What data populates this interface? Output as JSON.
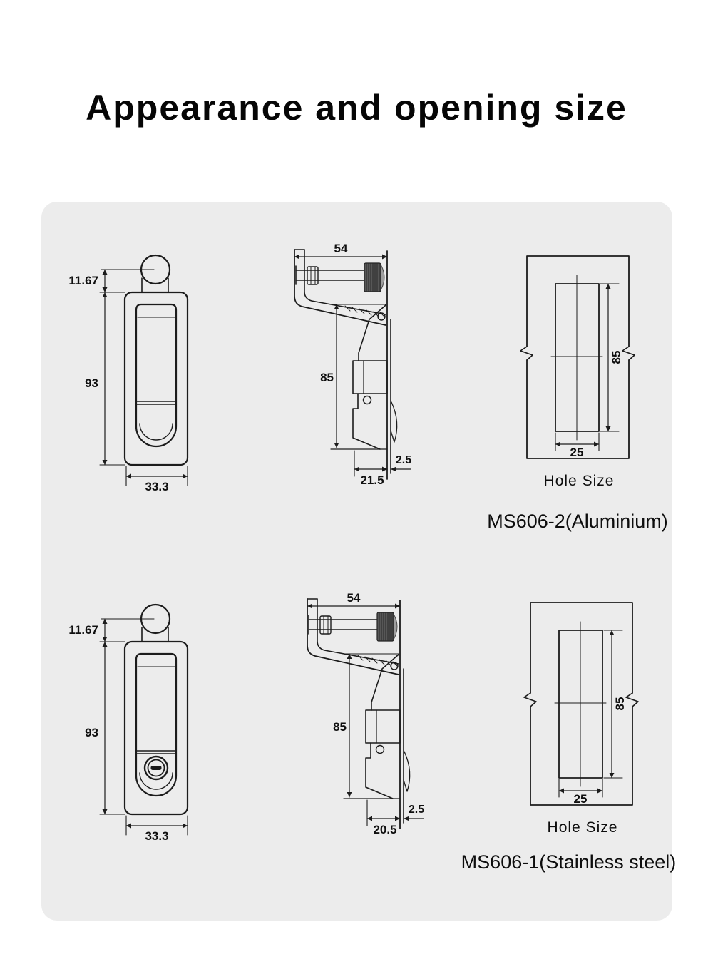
{
  "page": {
    "title": "Appearance and opening size",
    "background": "#ffffff",
    "panel_background": "#ececec",
    "line_color": "#1c1c1c"
  },
  "products": [
    {
      "name": "MS606-2(Aluminium)",
      "front_view": {
        "knob_height": "11.67",
        "body_height": "93",
        "body_width": "33.3"
      },
      "side_view": {
        "total_width": "54",
        "mount_height": "85",
        "panel_gap": "2.5",
        "behind_depth": "21.5"
      },
      "hole_view": {
        "hole_height": "85",
        "hole_width": "25",
        "caption": "Hole Size"
      }
    },
    {
      "name": "MS606-1(Stainless steel)",
      "front_view": {
        "knob_height": "11.67",
        "body_height": "93",
        "body_width": "33.3"
      },
      "side_view": {
        "total_width": "54",
        "mount_height": "85",
        "panel_gap": "2.5",
        "behind_depth": "20.5"
      },
      "hole_view": {
        "hole_height": "85",
        "hole_width": "25",
        "caption": "Hole Size"
      }
    }
  ]
}
